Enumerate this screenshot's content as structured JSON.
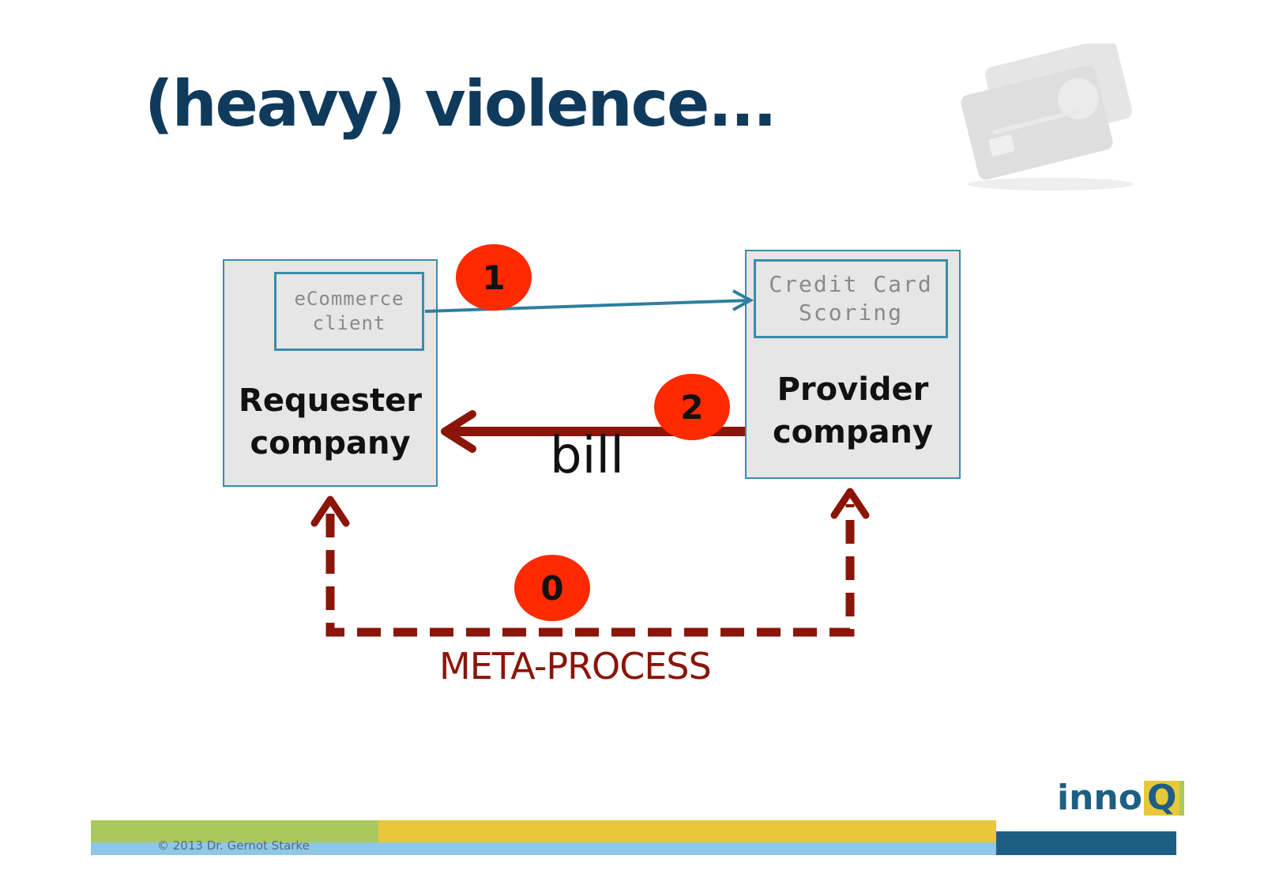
{
  "slide": {
    "title": "(heavy) violence...",
    "copyright": "© 2013 Dr. Gernot Starke",
    "logo_text": "inno",
    "logo_accent": "Q"
  },
  "requester": {
    "inner_label": "eCommerce\nclient",
    "label": "Requester\ncompany"
  },
  "provider": {
    "inner_label": "Credit Card\nScoring",
    "label": "Provider\ncompany"
  },
  "steps": {
    "step0": "0",
    "step1": "1",
    "step2": "2"
  },
  "labels": {
    "bill": "bill",
    "meta_process": "META-PROCESS"
  },
  "colors": {
    "title": "#0f3a5c",
    "box_border": "#3b8baa",
    "badge": "#ff2a00",
    "dark_red": "#8a1508",
    "request_arrow": "#2f7f9f",
    "stripe_green": "#a9c95c",
    "stripe_yellow": "#e8c83a",
    "stripe_blue": "#8ec8e6",
    "stripe_navy": "#1c5f82"
  },
  "decorations": {
    "background_image": "credit-card-icon"
  }
}
